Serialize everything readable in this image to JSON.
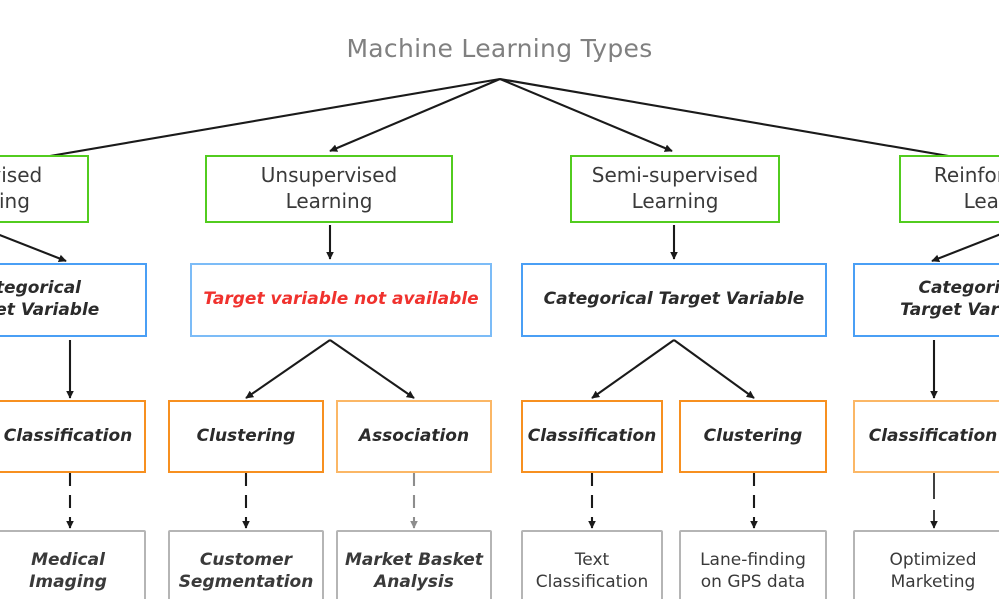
{
  "diagram": {
    "title": "Machine Learning Types",
    "title_color": "#808080",
    "colors": {
      "level1_border": "#52cc1f",
      "level2_border": "#4a9ff5",
      "level2_border_pale": "#7cbcf7",
      "level3_border": "#f79020",
      "level3_border_pale": "#fbb766",
      "level4_border": "#b5b5b5",
      "alert_text": "#f0322e",
      "edge": "#1a1a1a",
      "edge_pale": "#9a9a9a"
    },
    "level1": {
      "name": "learning-types",
      "nodes": [
        {
          "id": "supervised",
          "label": "Supervised\nLearning",
          "clipped": "left"
        },
        {
          "id": "unsupervised",
          "label": "Unsupervised\nLearning",
          "clipped": "none"
        },
        {
          "id": "semi-supervised",
          "label": "Semi-supervised\nLearning",
          "clipped": "none"
        },
        {
          "id": "reinforcement",
          "label": "Reinforcement\nLearning",
          "clipped": "right"
        }
      ]
    },
    "level2": {
      "name": "target-variable",
      "nodes": [
        {
          "id": "sup-target",
          "label": "Categorical\nTarget Variable",
          "alert": false,
          "pale": false
        },
        {
          "id": "unsup-target",
          "label": "Target variable not available",
          "alert": true,
          "pale": true
        },
        {
          "id": "semi-target",
          "label": "Categorical Target Variable",
          "alert": false,
          "pale": false
        },
        {
          "id": "reinf-target",
          "label": "Categorical\nTarget Variable",
          "alert": false,
          "pale": false
        }
      ]
    },
    "level3": {
      "name": "task-type",
      "nodes": [
        {
          "id": "sup-classification",
          "label": "Classification",
          "pale": false
        },
        {
          "id": "unsup-clustering",
          "label": "Clustering",
          "pale": false
        },
        {
          "id": "unsup-association",
          "label": "Association",
          "pale": true
        },
        {
          "id": "semi-classification",
          "label": "Classification",
          "pale": false
        },
        {
          "id": "semi-clustering",
          "label": "Clustering",
          "pale": false
        },
        {
          "id": "reinf-classification",
          "label": "Classification",
          "pale": true
        }
      ]
    },
    "level4": {
      "name": "use-case",
      "nodes": [
        {
          "id": "medical-imaging",
          "label": "Medical\nImaging",
          "italic": true
        },
        {
          "id": "customer-segmentation",
          "label": "Customer\nSegmentation",
          "italic": true
        },
        {
          "id": "market-basket",
          "label": "Market Basket\nAnalysis",
          "italic": true
        },
        {
          "id": "text-classification",
          "label": "Text\nClassification",
          "italic": false
        },
        {
          "id": "lane-finding",
          "label": "Lane-finding\non GPS data",
          "italic": false
        },
        {
          "id": "optimized-marketing",
          "label": "Optimized\nMarketing",
          "italic": false
        }
      ]
    }
  }
}
